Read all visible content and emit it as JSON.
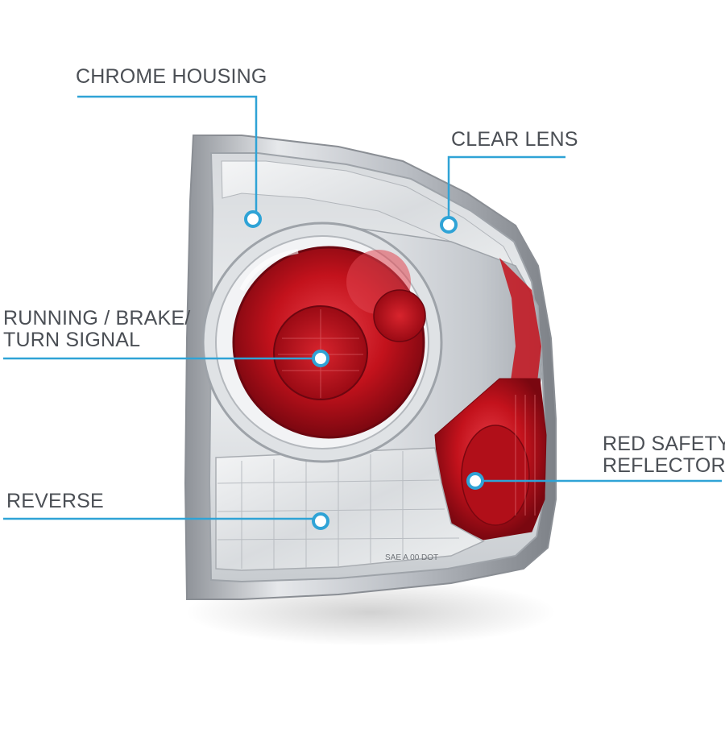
{
  "colors": {
    "callout": "#2fa3d6",
    "label_text": "#4b4f55",
    "lens_red": "#c3121c",
    "chrome": "#c9ccd1"
  },
  "callouts": {
    "chrome_housing": {
      "lines": [
        "CHROME HOUSING"
      ]
    },
    "clear_lens": {
      "lines": [
        "CLEAR LENS"
      ]
    },
    "running_brake": {
      "lines": [
        "RUNNING / BRAKE/",
        "TURN SIGNAL"
      ]
    },
    "reverse": {
      "lines": [
        "REVERSE"
      ]
    },
    "red_reflector": {
      "lines": [
        "RED SAFETY",
        "REFLECTOR"
      ]
    }
  },
  "product": {
    "lens_marking": "SAE A 00 DOT"
  }
}
